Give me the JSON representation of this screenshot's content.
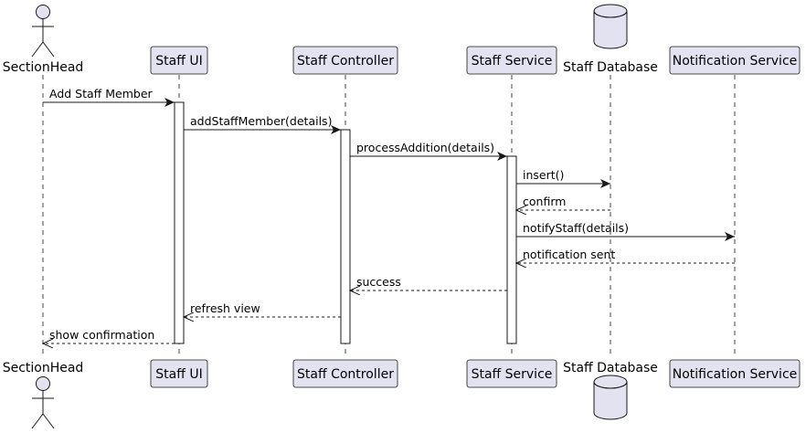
{
  "participants": [
    {
      "id": "sectionhead",
      "label": "SectionHead",
      "kind": "actor"
    },
    {
      "id": "staff_ui",
      "label": "Staff UI",
      "kind": "box"
    },
    {
      "id": "staff_controller",
      "label": "Staff Controller",
      "kind": "box"
    },
    {
      "id": "staff_service",
      "label": "Staff Service",
      "kind": "box"
    },
    {
      "id": "staff_database",
      "label": "Staff Database",
      "kind": "database"
    },
    {
      "id": "notification_service",
      "label": "Notification Service",
      "kind": "box"
    }
  ],
  "messages": [
    {
      "from": "sectionhead",
      "to": "staff_ui",
      "label": "Add Staff Member",
      "style": "solid"
    },
    {
      "from": "staff_ui",
      "to": "staff_controller",
      "label": "addStaffMember(details)",
      "style": "solid"
    },
    {
      "from": "staff_controller",
      "to": "staff_service",
      "label": "processAddition(details)",
      "style": "solid"
    },
    {
      "from": "staff_service",
      "to": "staff_database",
      "label": "insert()",
      "style": "solid"
    },
    {
      "from": "staff_database",
      "to": "staff_service",
      "label": "confirm",
      "style": "dashed"
    },
    {
      "from": "staff_service",
      "to": "notification_service",
      "label": "notifyStaff(details)",
      "style": "solid"
    },
    {
      "from": "notification_service",
      "to": "staff_service",
      "label": "notification sent",
      "style": "dashed"
    },
    {
      "from": "staff_service",
      "to": "staff_controller",
      "label": "success",
      "style": "dashed"
    },
    {
      "from": "staff_controller",
      "to": "staff_ui",
      "label": "refresh view",
      "style": "dashed"
    },
    {
      "from": "staff_ui",
      "to": "sectionhead",
      "label": "show confirmation",
      "style": "dashed"
    }
  ],
  "colors": {
    "participant_fill": "#E2E2F0",
    "participant_border": "#181818",
    "lifeline": "#181818",
    "activation_fill": "#ffffff"
  }
}
